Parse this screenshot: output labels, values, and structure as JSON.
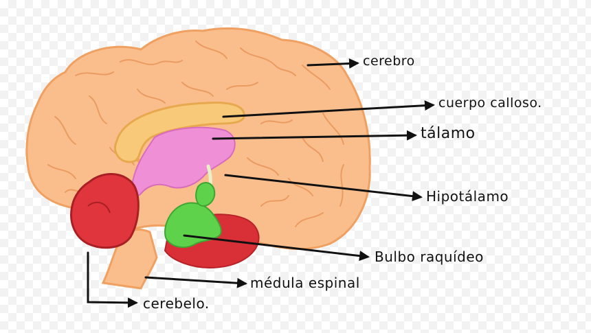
{
  "labels": {
    "cerebro": "cerebro",
    "cuerpo_calloso": "cuerpo calloso.",
    "talamo": "tálamo",
    "hipotalamo": "Hipotálamo",
    "bulbo_raquideo": "Bulbo raquídeo",
    "medula_espinal": "médula  espinal",
    "cerebelo": "cerebelo."
  },
  "colors": {
    "cerebrum": "#f9be8c",
    "cerebrum_outline": "#f0a060",
    "gyri_lines": "#e8965a",
    "corpus_callosum": "#f7c978",
    "thalamus": "#ef8fd6",
    "hypothalamus": "#e8f0c8",
    "cerebellum": "#e0353c",
    "pons_red": "#d92f36",
    "medulla_green": "#5ed24a",
    "pointer_lines": "#111111"
  }
}
